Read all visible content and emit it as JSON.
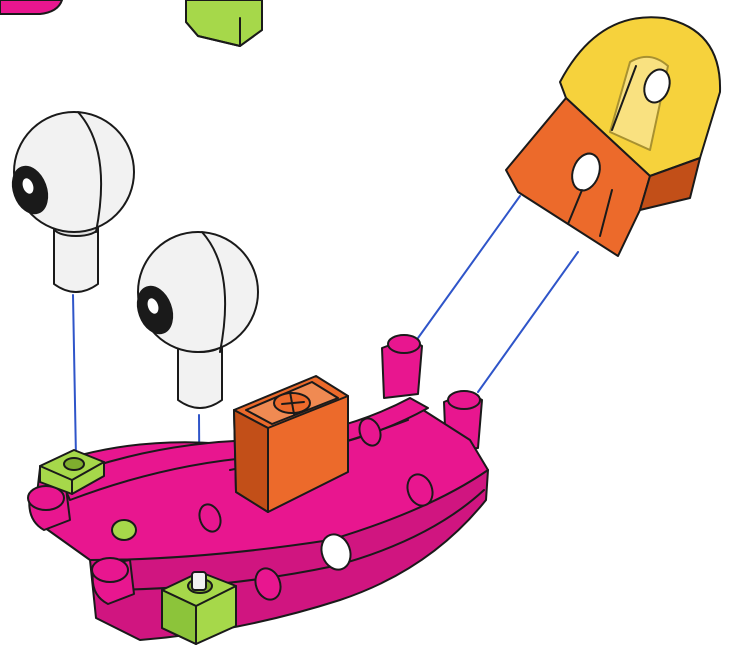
{
  "colors": {
    "magenta": "#e8168f",
    "magenta_dark": "#b80f70",
    "lime": "#a6d84a",
    "lime_dark": "#7fae2e",
    "orange": "#ec6a2b",
    "orange_dark": "#c24f18",
    "yellow": "#f6d23c",
    "white_part": "#f2f2f2",
    "outline": "#1a1a1a",
    "guide_line": "#2f55c9"
  },
  "parts": [
    {
      "name": "magenta-curved-base",
      "color": "magenta"
    },
    {
      "name": "orange-square-connector",
      "color": "orange"
    },
    {
      "name": "orange-yellow-arch",
      "color": "orange"
    },
    {
      "name": "eye-ball-left",
      "color": "white_part"
    },
    {
      "name": "eye-ball-right",
      "color": "white_part"
    },
    {
      "name": "lime-connector-left",
      "color": "lime"
    },
    {
      "name": "lime-connector-right",
      "color": "lime"
    }
  ]
}
